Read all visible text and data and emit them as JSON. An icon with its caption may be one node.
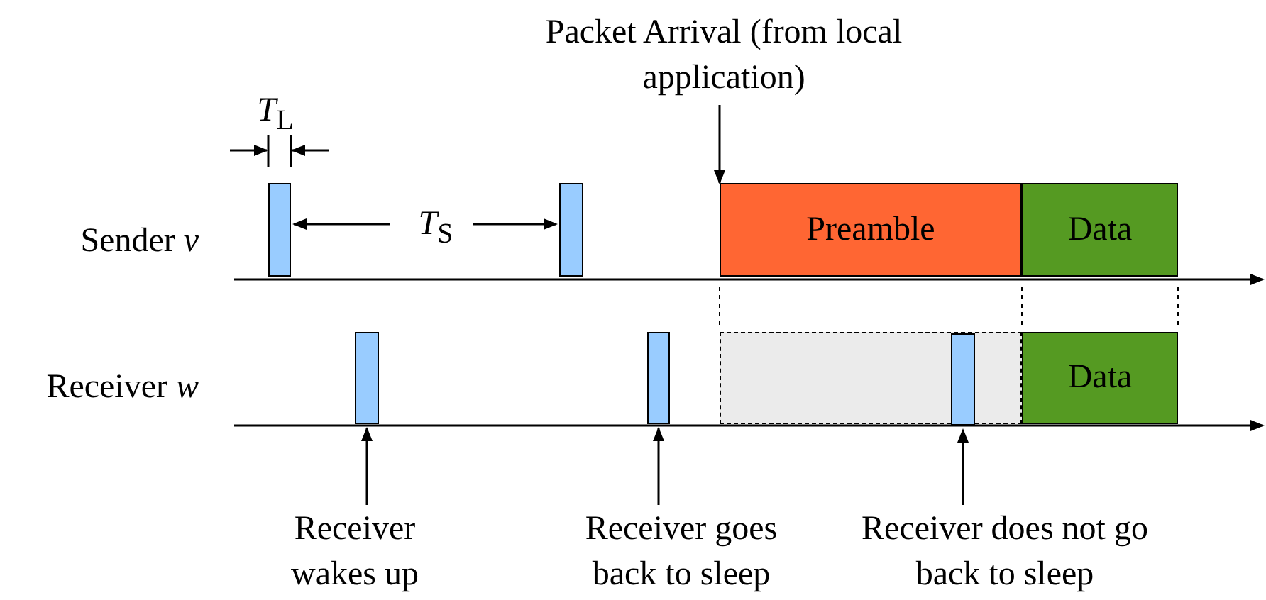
{
  "diagram": {
    "nodes": [
      {
        "text": [
          "Packet Arrival (from local application)"
        ]
      },
      {
        "text": [],
        "shape": "bar"
      },
      {
        "text": [],
        "shape": "bar"
      },
      {
        "text": [
          "Preamble"
        ]
      },
      {
        "text": [
          "Data"
        ]
      },
      {
        "text": [],
        "shape": "bar"
      },
      {
        "text": [],
        "shape": "bar"
      },
      {
        "text": [],
        "shape": "box"
      },
      {
        "text": [],
        "shape": "bar",
        "in": 7
      },
      {
        "text": [
          "Data"
        ]
      },
      {
        "text": [
          "Receiver wakes up"
        ]
      },
      {
        "text": [
          "Receiver goes back to sleep"
        ]
      },
      {
        "text": [
          "Receiver does not go back to sleep"
        ]
      }
    ],
    "edges": [
      {
        "from": 0,
        "to": 3,
        "arrow": "to"
      },
      {
        "from": 10,
        "to": 5,
        "arrow": "to"
      },
      {
        "from": 11,
        "to": 6,
        "arrow": "to"
      },
      {
        "from": 12,
        "to": 8,
        "arrow": "to"
      }
    ],
    "labels": [
      "*T*$_{L}$",
      "*T*$_{S}$",
      "Sender *v*",
      "Receiver *w*"
    ]
  }
}
